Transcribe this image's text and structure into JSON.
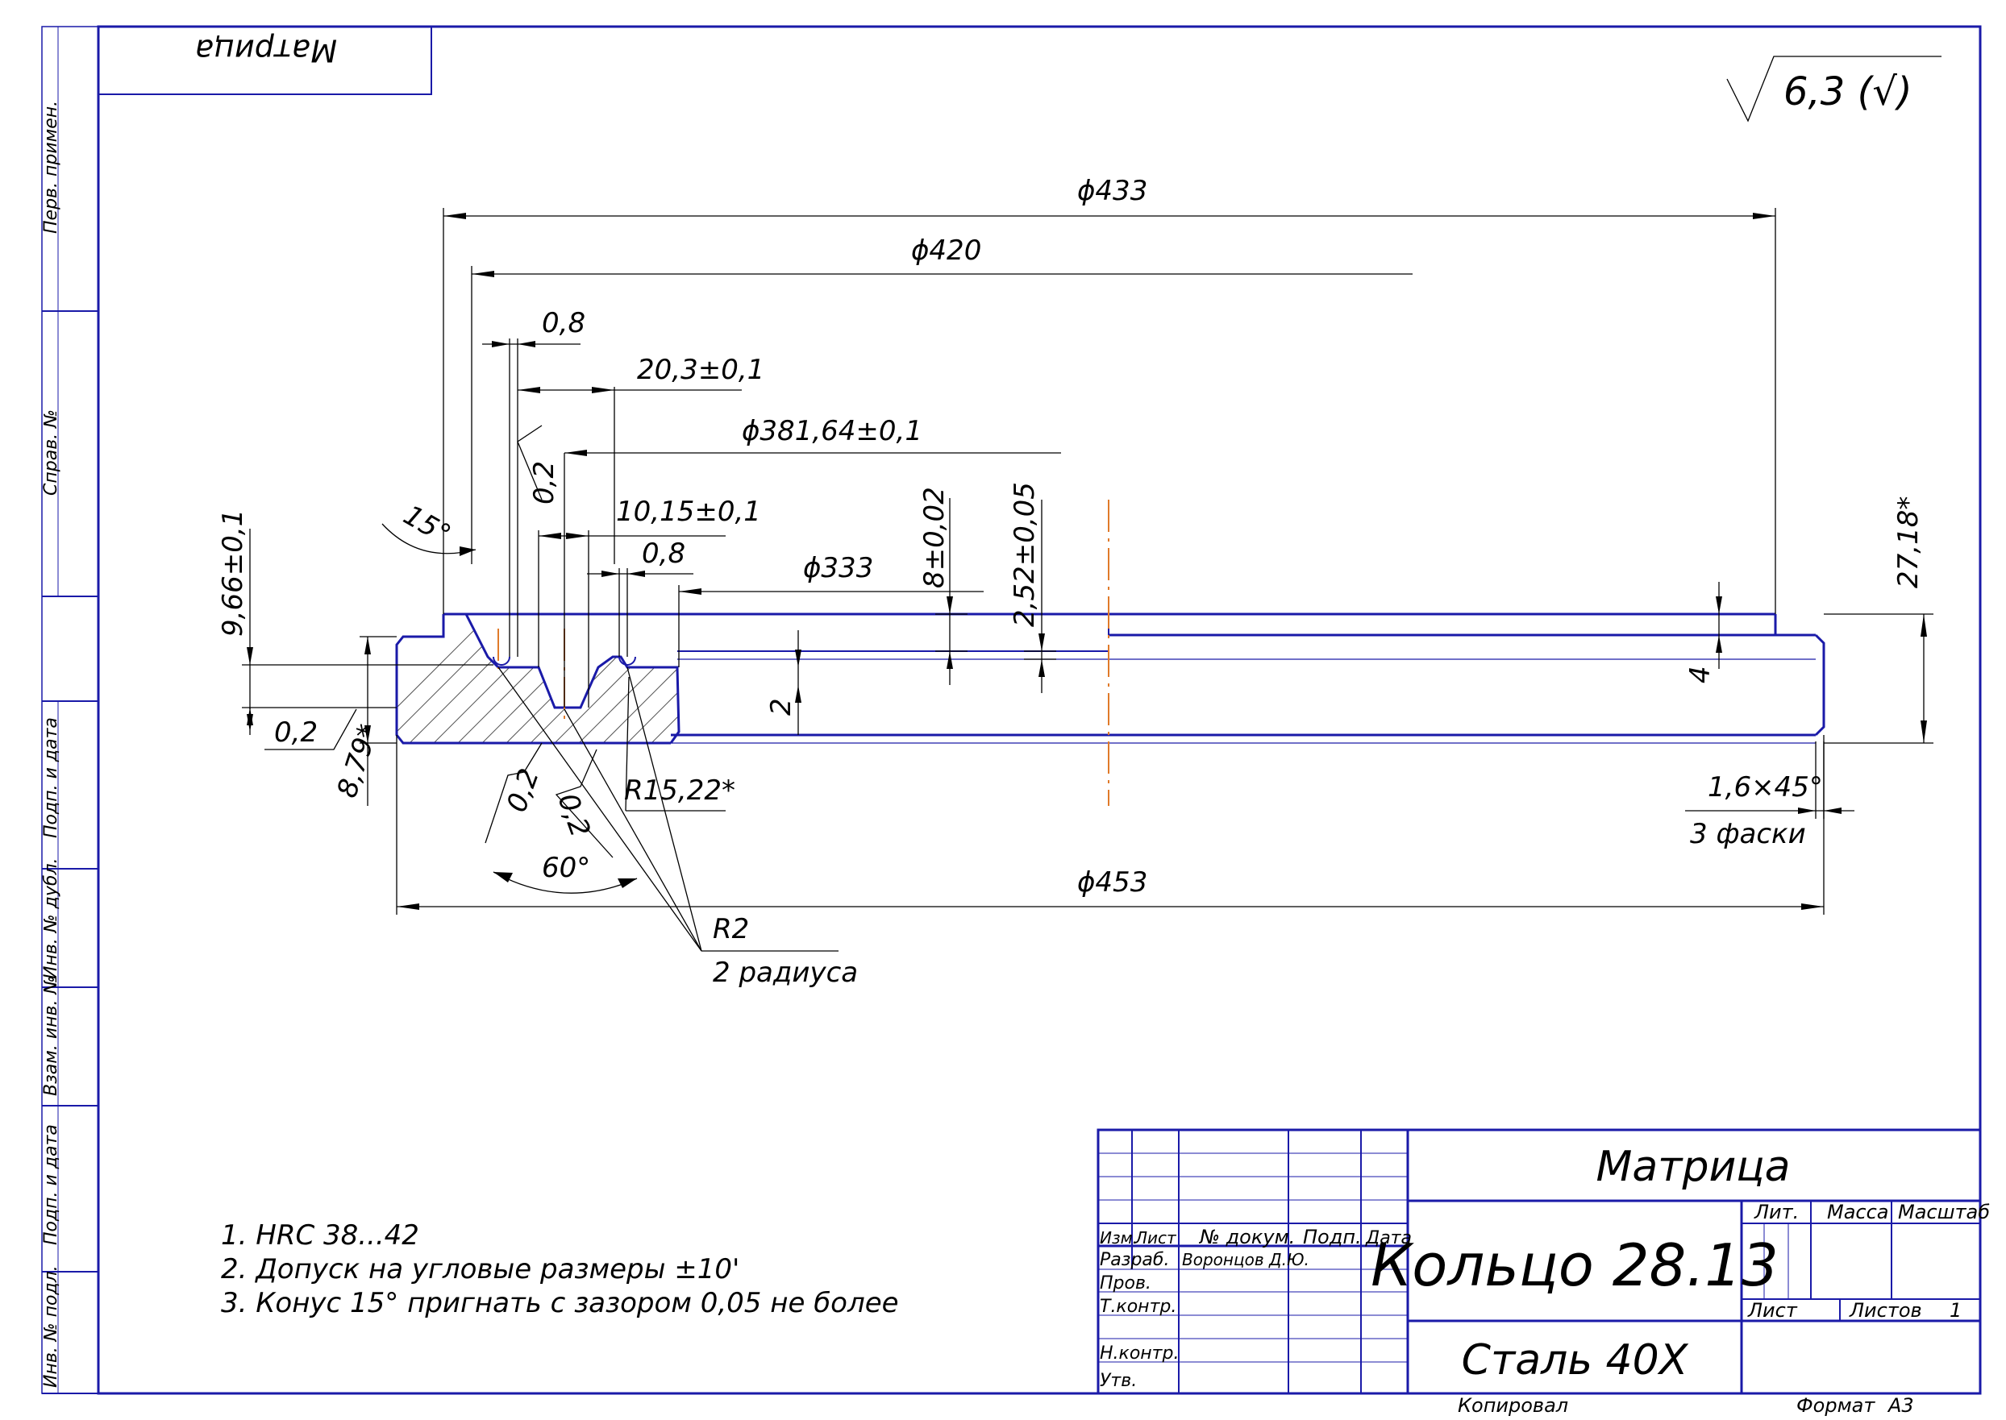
{
  "stamp_top": "Матрица",
  "roughness": "6,3 (√)",
  "left_strip": {
    "perv_primen": "Перв. примен.",
    "sprav_no": "Справ. №",
    "podp_date_1": "Подп. и дата",
    "inv_dubl": "Инв. № дубл.",
    "vzam_inv": "Взам. инв. №",
    "podp_date_2": "Подп. и дата",
    "inv_podl": "Инв. № подл."
  },
  "dimensions": {
    "d433": "ϕ433",
    "d420": "ϕ420",
    "w0_8a": "0,8",
    "w20_3": "20,3±0,1",
    "d381": "ϕ381,64±0,1",
    "w0_2a": "0,2",
    "w10_15": "10,15±0,1",
    "w0_8b": "0,8",
    "d333": "ϕ333",
    "h8": "8±0,02",
    "h2_52": "2,52±0,05",
    "h27_18": "27,18*",
    "a15": "15°",
    "h9_66": "9,66±0,1",
    "w0_2b": "0,2",
    "h8_79": "8,79*",
    "w0_2c": "0,2",
    "w0_2d": "0,2",
    "a60": "60°",
    "r15": "R15,22*",
    "h2": "2",
    "h4": "4",
    "chamfer": "1,6×45°",
    "chamfer_note": "3 фаски",
    "d453": "ϕ453",
    "r2": "R2",
    "r2_note": "2 радиуса"
  },
  "notes": [
    "1.  HRC 38...42",
    "2.  Допуск на угловые размеры ±10'",
    "3.  Конус 15° пригнать с зазором 0,05 не более"
  ],
  "title_block": {
    "doc_name": "Матрица",
    "part_name": "Кольцо 28.13",
    "material": "Сталь 40Х",
    "col_izm": "Изм.",
    "col_list": "Лист",
    "col_doc": "№ докум.",
    "col_podp": "Подп.",
    "col_date": "Дата",
    "row_razrab": "Разраб.",
    "razrab_name": "Воронцов Д.Ю.",
    "row_prov": "Пров.",
    "row_tkontr": "Т.контр.",
    "row_nkontr": "Н.контр.",
    "row_utv": "Утв.",
    "lit": "Лит.",
    "massa": "Масса",
    "masshtab": "Масштаб",
    "sheet": "Лист",
    "sheets": "Листов",
    "sheets_count": "1",
    "kopiroval": "Копировал",
    "format_label": "Формат",
    "format_value": "А3"
  }
}
